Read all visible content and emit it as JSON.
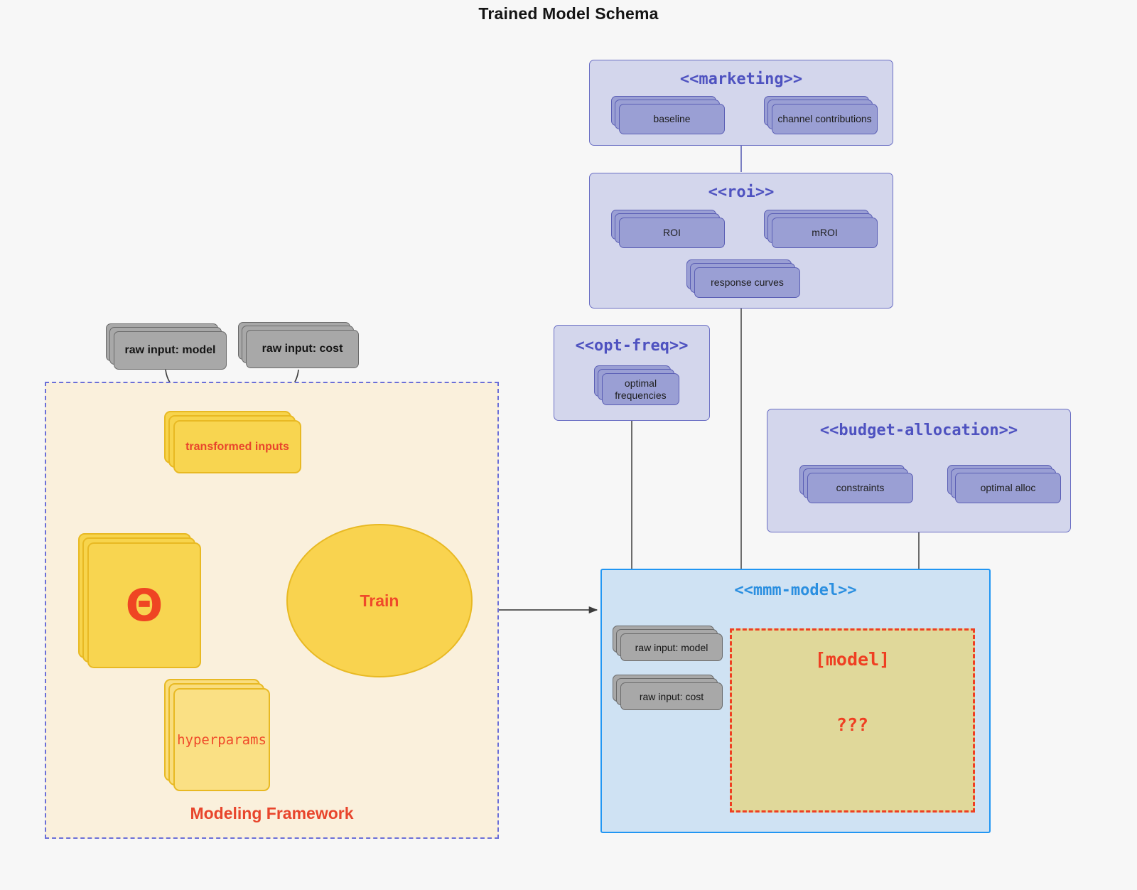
{
  "title": "Trained Model Schema",
  "colors": {
    "background": "#f7f7f7",
    "package_fill": "#d3d6ec",
    "package_stroke": "#6b6fc4",
    "package_title": "#4e52c0",
    "note_fill": "#9a9fd4",
    "gray_note_fill": "#a8a8a8",
    "framework_fill": "#faf0dc",
    "framework_stroke": "#6b6fd8",
    "accent_red": "#ef3f22",
    "yellow_card": "#f8d550",
    "pale_yellow_card": "#fae084",
    "mmm_fill": "#cfe2f3",
    "mmm_stroke": "#2196f3",
    "mmm_title": "#2b8fe0",
    "model_fill": "#e0d89a",
    "wire": "#4a4a4a"
  },
  "packages": {
    "marketing": {
      "title": "<<marketing>>",
      "notes": [
        {
          "label": "baseline"
        },
        {
          "label": "channel contributions"
        }
      ]
    },
    "roi": {
      "title": "<<roi>>",
      "notes": [
        {
          "label": "ROI"
        },
        {
          "label": "mROI"
        },
        {
          "label": "response curves"
        }
      ]
    },
    "opt_freq": {
      "title": "<<opt-freq>>",
      "notes": [
        {
          "label": "optimal\nfrequencies",
          "line1": "optimal",
          "line2": "frequencies"
        }
      ]
    },
    "budget_allocation": {
      "title": "<<budget-allocation>>",
      "notes": [
        {
          "label": "constraints"
        },
        {
          "label": "optimal alloc"
        }
      ]
    },
    "mmm_model": {
      "title": "<<mmm-model>>",
      "inputs": [
        {
          "label": "raw input: model"
        },
        {
          "label": "raw input: cost"
        }
      ],
      "model_box": {
        "name": "[model]",
        "unknown": "???"
      }
    }
  },
  "raw_inputs": [
    {
      "label": "raw input: model"
    },
    {
      "label": "raw input: cost"
    }
  ],
  "framework": {
    "label": "Modeling Framework",
    "transformed_inputs": "transformed inputs",
    "theta": "Θ",
    "hyperparams": "hyperparams",
    "train": "Train"
  },
  "edges": [
    {
      "from": "raw input: model",
      "to": "transformed inputs"
    },
    {
      "from": "raw input: cost",
      "to": "transformed inputs"
    },
    {
      "from": "transformed inputs",
      "to": "Train"
    },
    {
      "from": "Θ",
      "to": "Train"
    },
    {
      "from": "hyperparams",
      "to": "Train"
    },
    {
      "from": "Modeling Framework",
      "to": "<<mmm-model>>"
    },
    {
      "from": "<<marketing>>",
      "to": "<<roi>>"
    },
    {
      "from": "<<roi>>",
      "to": "<<mmm-model>>"
    },
    {
      "from": "<<opt-freq>>",
      "to": "<<mmm-model>>"
    },
    {
      "from": "<<budget-allocation>>",
      "to": "<<mmm-model>>"
    },
    {
      "from": "baseline",
      "to": "channel contributions",
      "kind": "bidirectional"
    },
    {
      "from": "ROI",
      "to": "mROI",
      "kind": "bidirectional"
    },
    {
      "from": "constraints",
      "to": "optimal alloc",
      "kind": "bidirectional"
    }
  ]
}
